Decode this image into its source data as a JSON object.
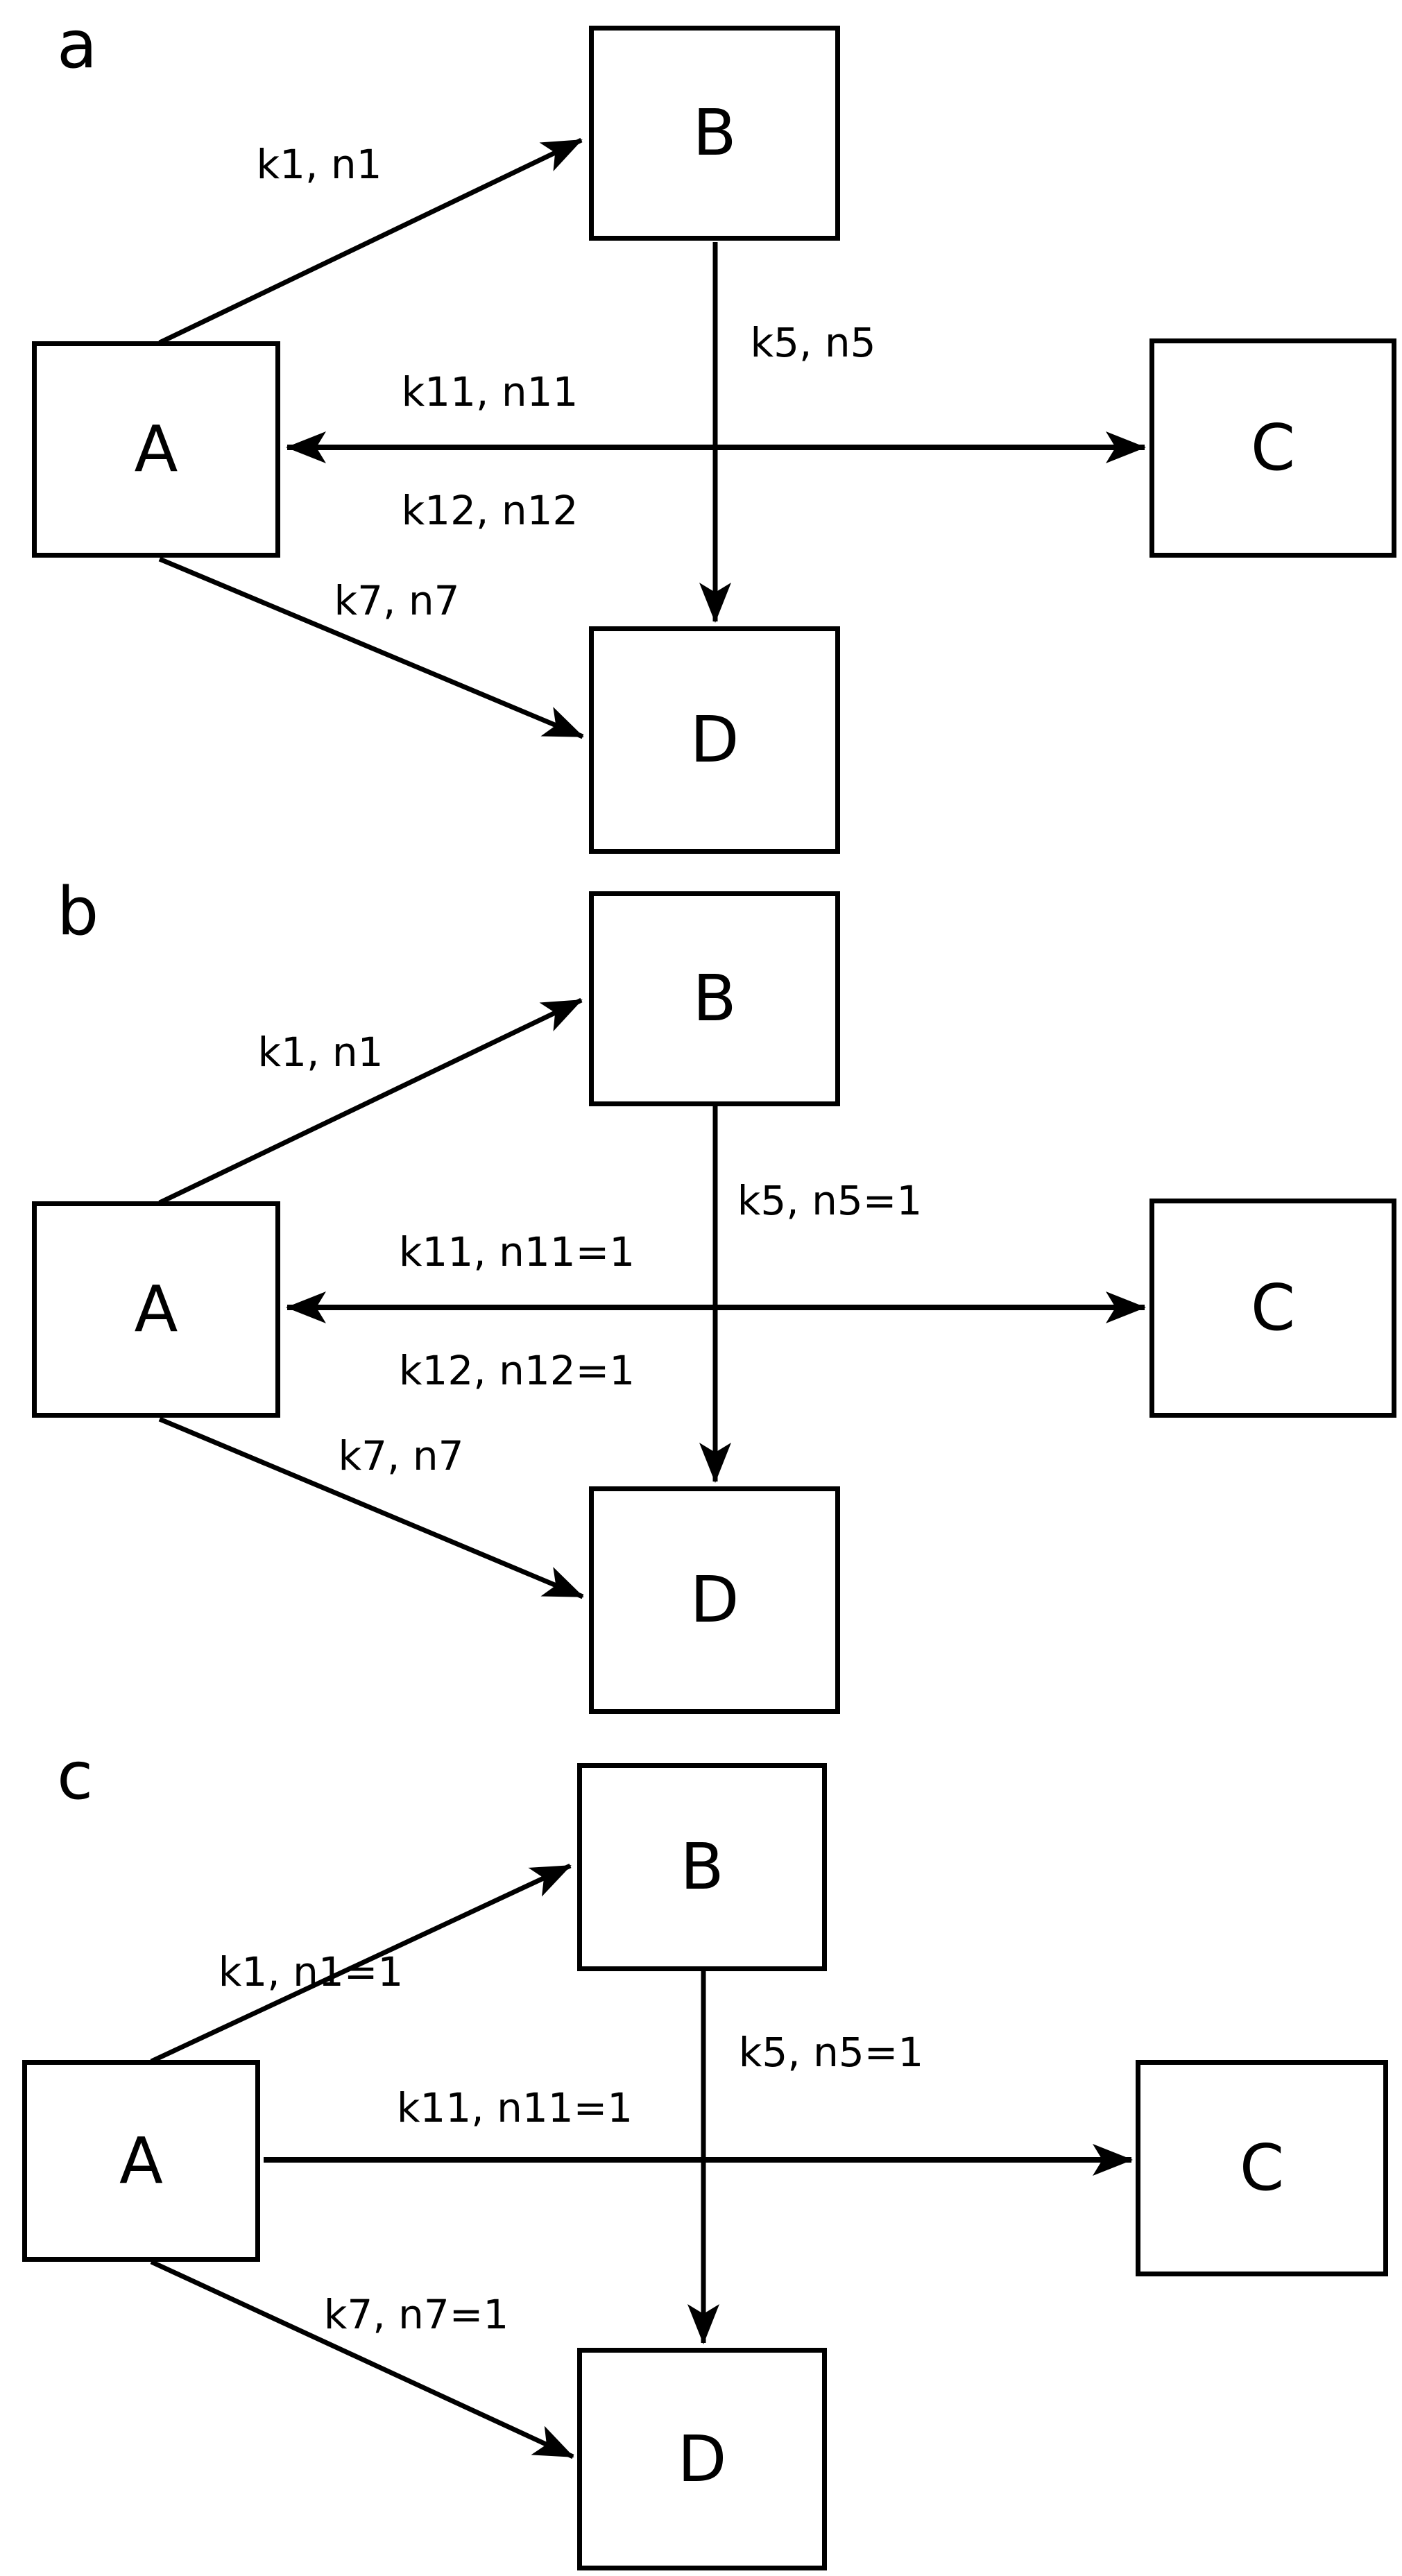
{
  "figure": {
    "background_color": "#ffffff",
    "ink_color": "#000000",
    "description_nodes": [
      "A",
      "B",
      "C",
      "D"
    ]
  },
  "panels": [
    {
      "id": "a",
      "panel_label": "a",
      "nodes": {
        "A": "A",
        "B": "B",
        "C": "C",
        "D": "D"
      },
      "edges": {
        "a_to_b": {
          "label": "k1, n1",
          "from": "A",
          "to": "B",
          "bidirectional": false
        },
        "b_to_d": {
          "label": "k5, n5",
          "from": "B",
          "to": "D",
          "bidirectional": false
        },
        "a_c_upper": {
          "label": "k11, n11",
          "from": "C",
          "to": "A",
          "bidirectional": true
        },
        "a_c_lower": {
          "label": "k12, n12",
          "from": "A",
          "to": "C",
          "bidirectional": true
        },
        "a_to_d": {
          "label": "k7, n7",
          "from": "A",
          "to": "D",
          "bidirectional": false
        }
      }
    },
    {
      "id": "b",
      "panel_label": "b",
      "nodes": {
        "A": "A",
        "B": "B",
        "C": "C",
        "D": "D"
      },
      "edges": {
        "a_to_b": {
          "label": "k1, n1",
          "from": "A",
          "to": "B",
          "bidirectional": false
        },
        "b_to_d": {
          "label": "k5, n5=1",
          "from": "B",
          "to": "D",
          "bidirectional": false
        },
        "a_c_upper": {
          "label": "k11, n11=1",
          "from": "C",
          "to": "A",
          "bidirectional": true
        },
        "a_c_lower": {
          "label": "k12, n12=1",
          "from": "A",
          "to": "C",
          "bidirectional": true
        },
        "a_to_d": {
          "label": "k7, n7",
          "from": "A",
          "to": "D",
          "bidirectional": false
        }
      }
    },
    {
      "id": "c",
      "panel_label": "c",
      "nodes": {
        "A": "A",
        "B": "B",
        "C": "C",
        "D": "D"
      },
      "edges": {
        "a_to_b": {
          "label": "k1, n1=1",
          "from": "A",
          "to": "B",
          "bidirectional": false
        },
        "b_to_d": {
          "label": "k5, n5=1",
          "from": "B",
          "to": "D",
          "bidirectional": false
        },
        "a_to_c": {
          "label": "k11, n11=1",
          "from": "A",
          "to": "C",
          "bidirectional": false
        },
        "a_to_d": {
          "label": "k7, n7=1",
          "from": "A",
          "to": "D",
          "bidirectional": false
        }
      }
    }
  ]
}
